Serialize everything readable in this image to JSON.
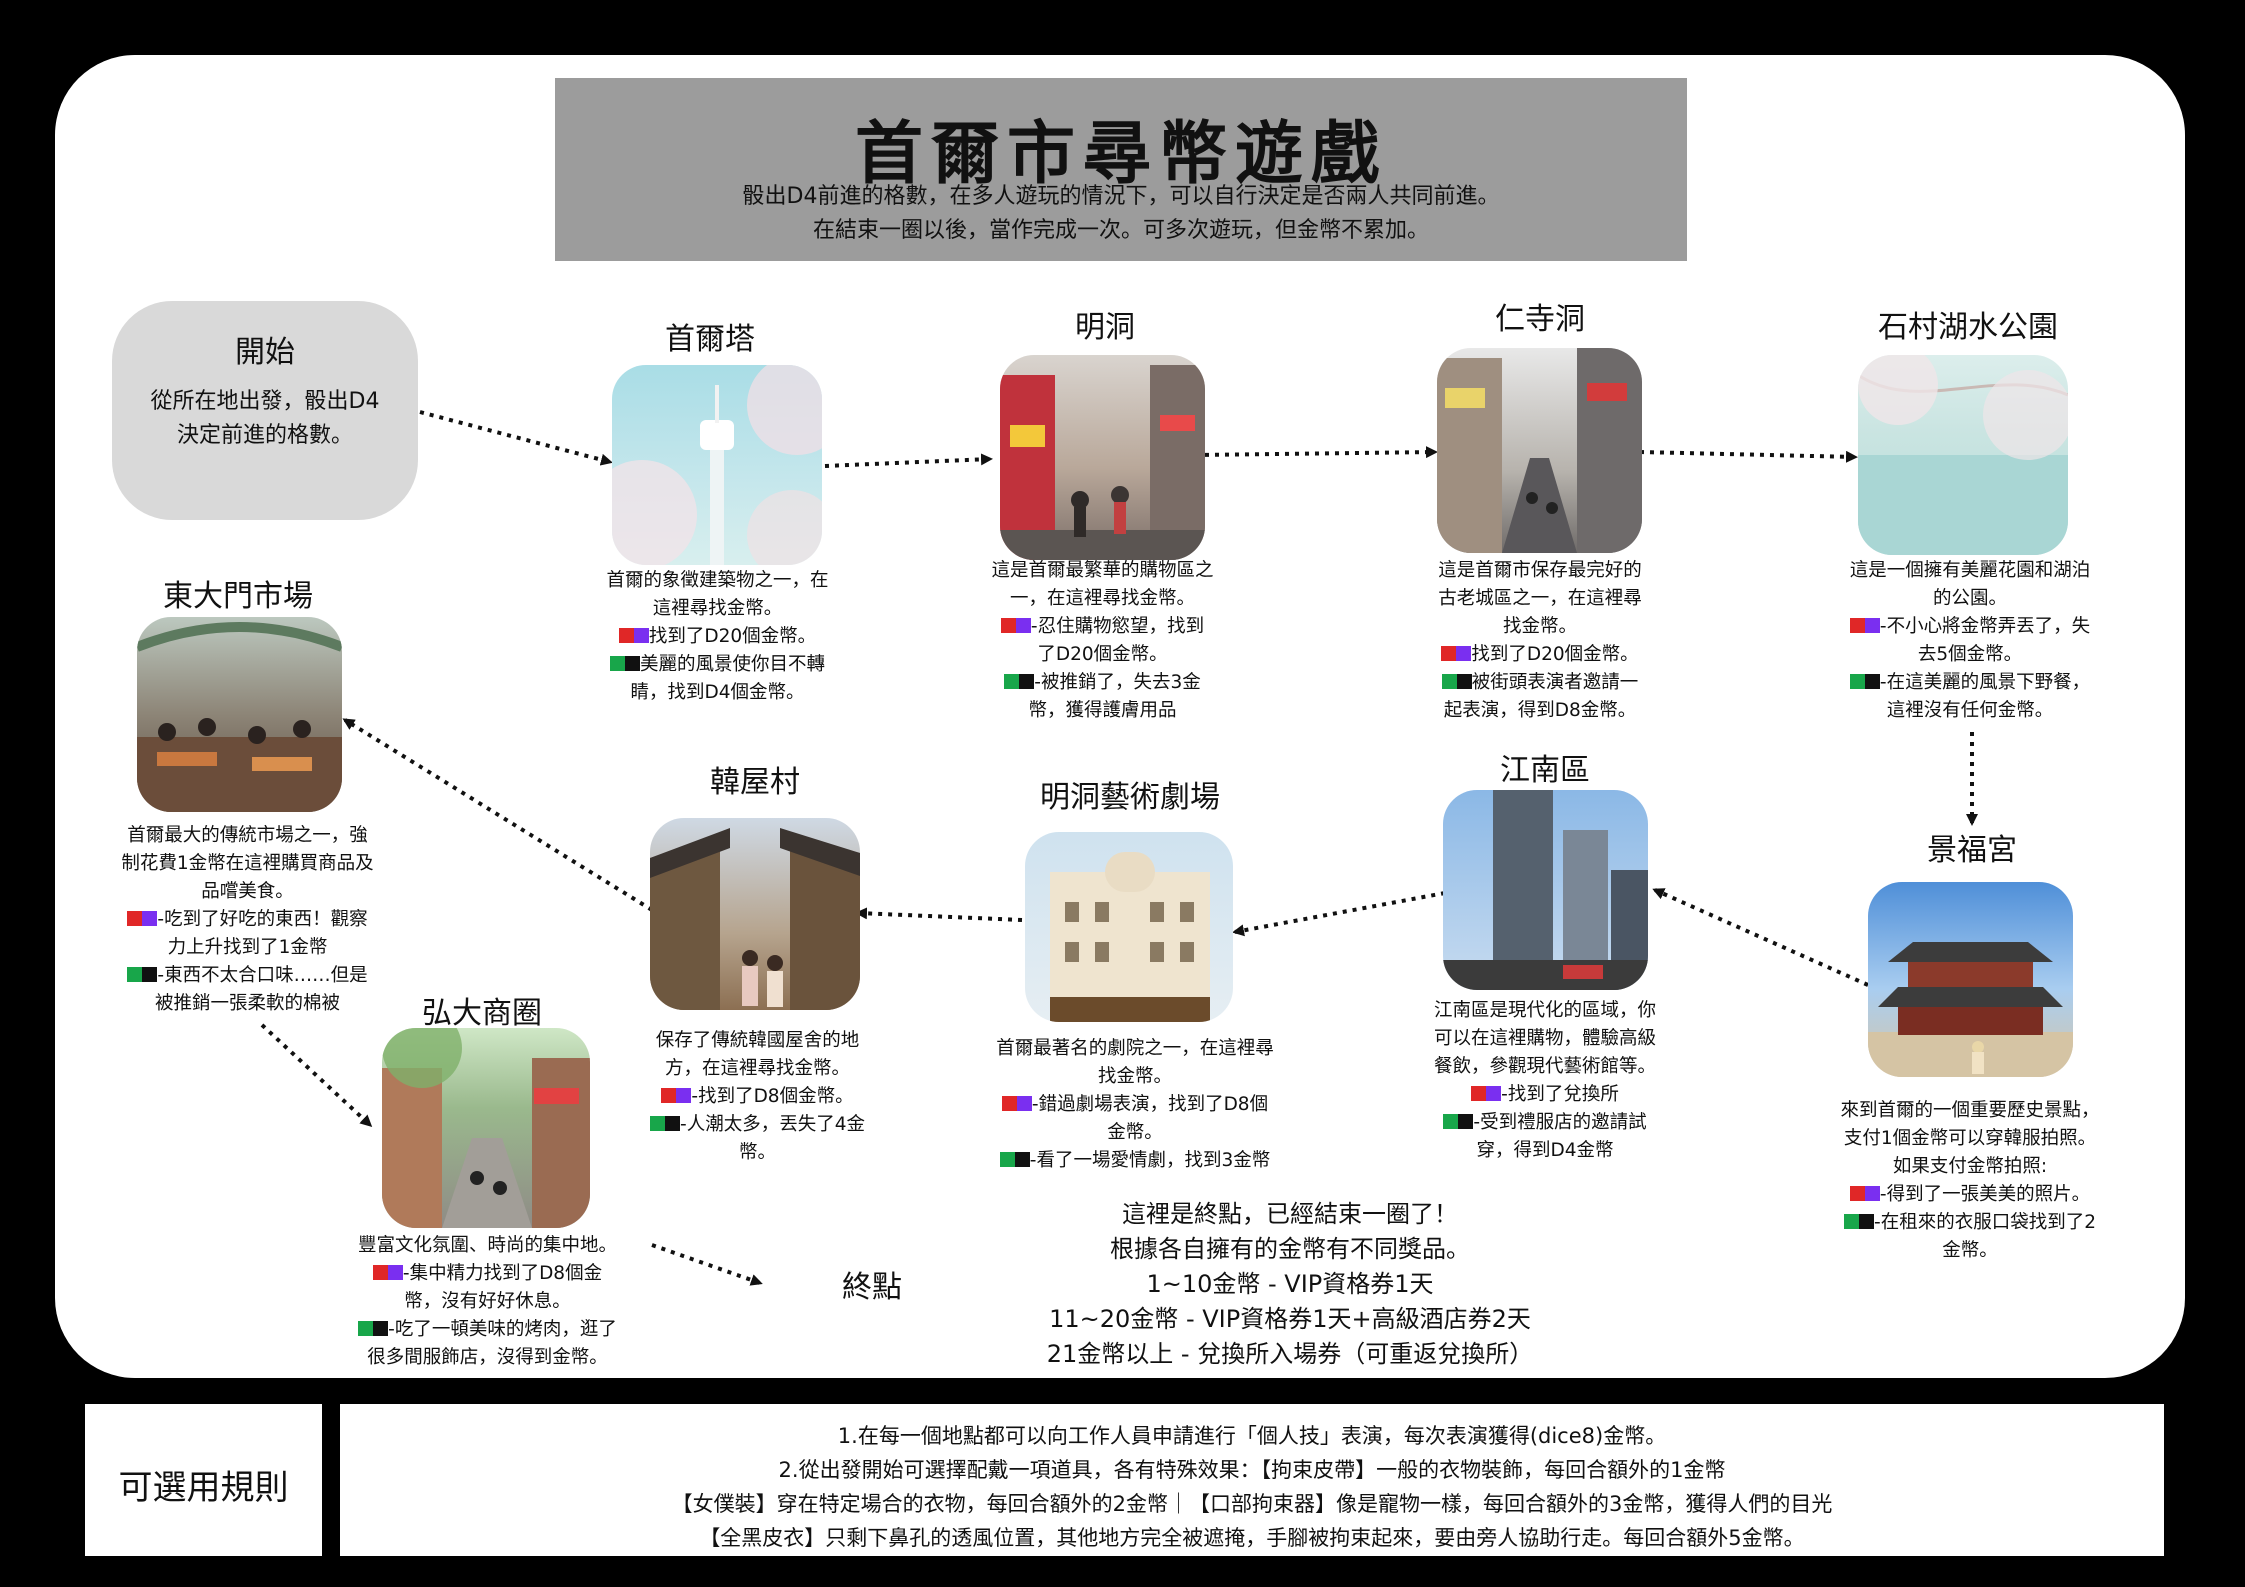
{
  "title": "首爾市尋幣遊戲",
  "subtitle": [
    "骰出D4前進的格數，在多人遊玩的情況下，可以自行決定是否兩人共同前進。",
    "在結束一圈以後，當作完成一次。可多次遊玩，但金幣不累加。"
  ],
  "start": {
    "title": "開始",
    "text": "從所在地出發，骰出D4決定前進的格數。"
  },
  "nodes": {
    "n_tower": {
      "title": "首爾塔",
      "photo": "seoul-tower-photo",
      "lines": [
        {
          "t": "首爾的象徵建築物之一，在"
        },
        {
          "t": "這裡尋找金幣。"
        },
        {
          "s": "rp",
          "t": "找到了D20個金幣。"
        },
        {
          "s": "gk",
          "t": "美麗的風景使你目不轉"
        },
        {
          "t": "睛，找到D4個金幣。"
        }
      ]
    },
    "n_myeongdong": {
      "title": "明洞",
      "photo": "myeongdong-street-photo",
      "lines": [
        {
          "t": "這是首爾最繁華的購物區之"
        },
        {
          "t": "一，在這裡尋找金幣。"
        },
        {
          "s": "rp",
          "t": "-忍住購物慾望，找到"
        },
        {
          "t": "了D20個金幣。"
        },
        {
          "s": "gk",
          "t": "-被推銷了，失去3金"
        },
        {
          "t": "幣，獲得護膚用品"
        }
      ]
    },
    "n_insadong": {
      "title": "仁寺洞",
      "photo": "insadong-street-photo",
      "lines": [
        {
          "t": "這是首爾市保存最完好的"
        },
        {
          "t": "古老城區之一，在這裡尋"
        },
        {
          "t": "找金幣。"
        },
        {
          "s": "rp",
          "t": "找到了D20個金幣。"
        },
        {
          "s": "gk",
          "t": "被街頭表演者邀請一"
        },
        {
          "t": "起表演，得到D8金幣。"
        }
      ]
    },
    "n_lake": {
      "title": "石村湖水公園",
      "photo": "seokchon-lake-photo",
      "lines": [
        {
          "t": "這是一個擁有美麗花園和湖泊"
        },
        {
          "t": "的公園。"
        },
        {
          "s": "rp",
          "t": "-不小心將金幣弄丟了，失"
        },
        {
          "t": "去5個金幣。"
        },
        {
          "s": "gk",
          "t": "-在這美麗的風景下野餐，"
        },
        {
          "t": "這裡沒有任何金幣。"
        }
      ]
    },
    "n_palace": {
      "title": "景福宮",
      "photo": "gyeongbokgung-palace-photo",
      "lines": [
        {
          "t": "來到首爾的一個重要歷史景點，"
        },
        {
          "t": "支付1個金幣可以穿韓服拍照。"
        },
        {
          "t": "如果支付金幣拍照:"
        },
        {
          "s": "rp",
          "t": "-得到了一張美美的照片。"
        },
        {
          "s": "gk",
          "t": "-在租來的衣服口袋找到了2"
        },
        {
          "t": "金幣。"
        }
      ]
    },
    "n_gangnam": {
      "title": "江南區",
      "photo": "gangnam-skyscraper-photo",
      "lines": [
        {
          "t": "江南區是現代化的區域，你"
        },
        {
          "t": "可以在這裡購物，體驗高級"
        },
        {
          "t": "餐飲，參觀現代藝術館等。"
        },
        {
          "s": "rp",
          "t": "-找到了兌換所"
        },
        {
          "s": "gk",
          "t": "-受到禮服店的邀請試"
        },
        {
          "t": "穿，得到D4金幣"
        }
      ]
    },
    "n_theater": {
      "title": "明洞藝術劇場",
      "photo": "myeongdong-theater-photo",
      "lines": [
        {
          "t": "首爾最著名的劇院之一，在這裡尋"
        },
        {
          "t": "找金幣。"
        },
        {
          "s": "rp",
          "t": "-錯過劇場表演，找到了D8個"
        },
        {
          "t": "金幣。"
        },
        {
          "s": "gk",
          "t": "-看了一場愛情劇，找到3金幣"
        }
      ]
    },
    "n_hanok": {
      "title": "韓屋村",
      "photo": "hanok-village-photo",
      "lines": [
        {
          "t": "保存了傳統韓國屋舍的地"
        },
        {
          "t": "方，在這裡尋找金幣。"
        },
        {
          "s": "rp",
          "t": "-找到了D8個金幣。"
        },
        {
          "s": "gk",
          "t": "-人潮太多，丟失了4金"
        },
        {
          "t": "幣。"
        }
      ]
    },
    "n_market": {
      "title": "東大門市場",
      "photo": "dongdaemun-market-photo",
      "lines": [
        {
          "t": "首爾最大的傳統市場之一，強"
        },
        {
          "t": "制花費1金幣在這裡購買商品及"
        },
        {
          "t": "品嚐美食。"
        },
        {
          "s": "rp",
          "t": "-吃到了好吃的東西！觀察"
        },
        {
          "t": "力上升找到了1金幣"
        },
        {
          "s": "gk",
          "t": "-東西不太合口味……但是"
        },
        {
          "t": "被推銷一張柔軟的棉被"
        }
      ]
    },
    "n_hongdae": {
      "title": "弘大商圈",
      "photo": "hongdae-street-photo",
      "lines": [
        {
          "t": "豐富文化氛圍、時尚的集中地。"
        },
        {
          "s": "rp",
          "t": "-集中精力找到了D8個金"
        },
        {
          "t": "幣，沒有好好休息。"
        },
        {
          "s": "gk",
          "t": "-吃了一頓美味的烤肉，逛了"
        },
        {
          "t": "很多間服飾店，沒得到金幣。"
        }
      ]
    }
  },
  "end": {
    "label": "終點",
    "lines": [
      "這裡是終點，已經結束一圈了！",
      "根據各自擁有的金幣有不同獎品。",
      "1~10金幣 - VIP資格券1天",
      "11~20金幣 - VIP資格券1天+高級酒店券2天",
      "21金幣以上 - 兌換所入場券（可重返兌換所）"
    ]
  },
  "rules": {
    "label": "可選用規則",
    "lines": [
      "1.在每一個地點都可以向工作人員申請進行「個人技」表演，每次表演獲得(dice8)金幣。",
      "2.從出發開始可選擇配戴一項道具，各有特殊效果：【拘束皮帶】一般的衣物裝飾，每回合額外的1金幣",
      "【女僕裝】穿在特定場合的衣物，每回合額外的2金幣｜【口部拘束器】像是寵物一樣，每回合額外的3金幣，獲得人們的目光",
      "【全黑皮衣】只剩下鼻孔的透風位置，其他地方完全被遮掩，手腳被拘束起來，要由旁人協助行走。每回合額外5金幣。"
    ]
  },
  "colors": {
    "swatch_red": "#e02727",
    "swatch_purple": "#7a2ff0",
    "swatch_green": "#18a64a",
    "swatch_black": "#111111",
    "board": "#ffffff",
    "background": "#000000",
    "banner": "#9c9c9c"
  }
}
